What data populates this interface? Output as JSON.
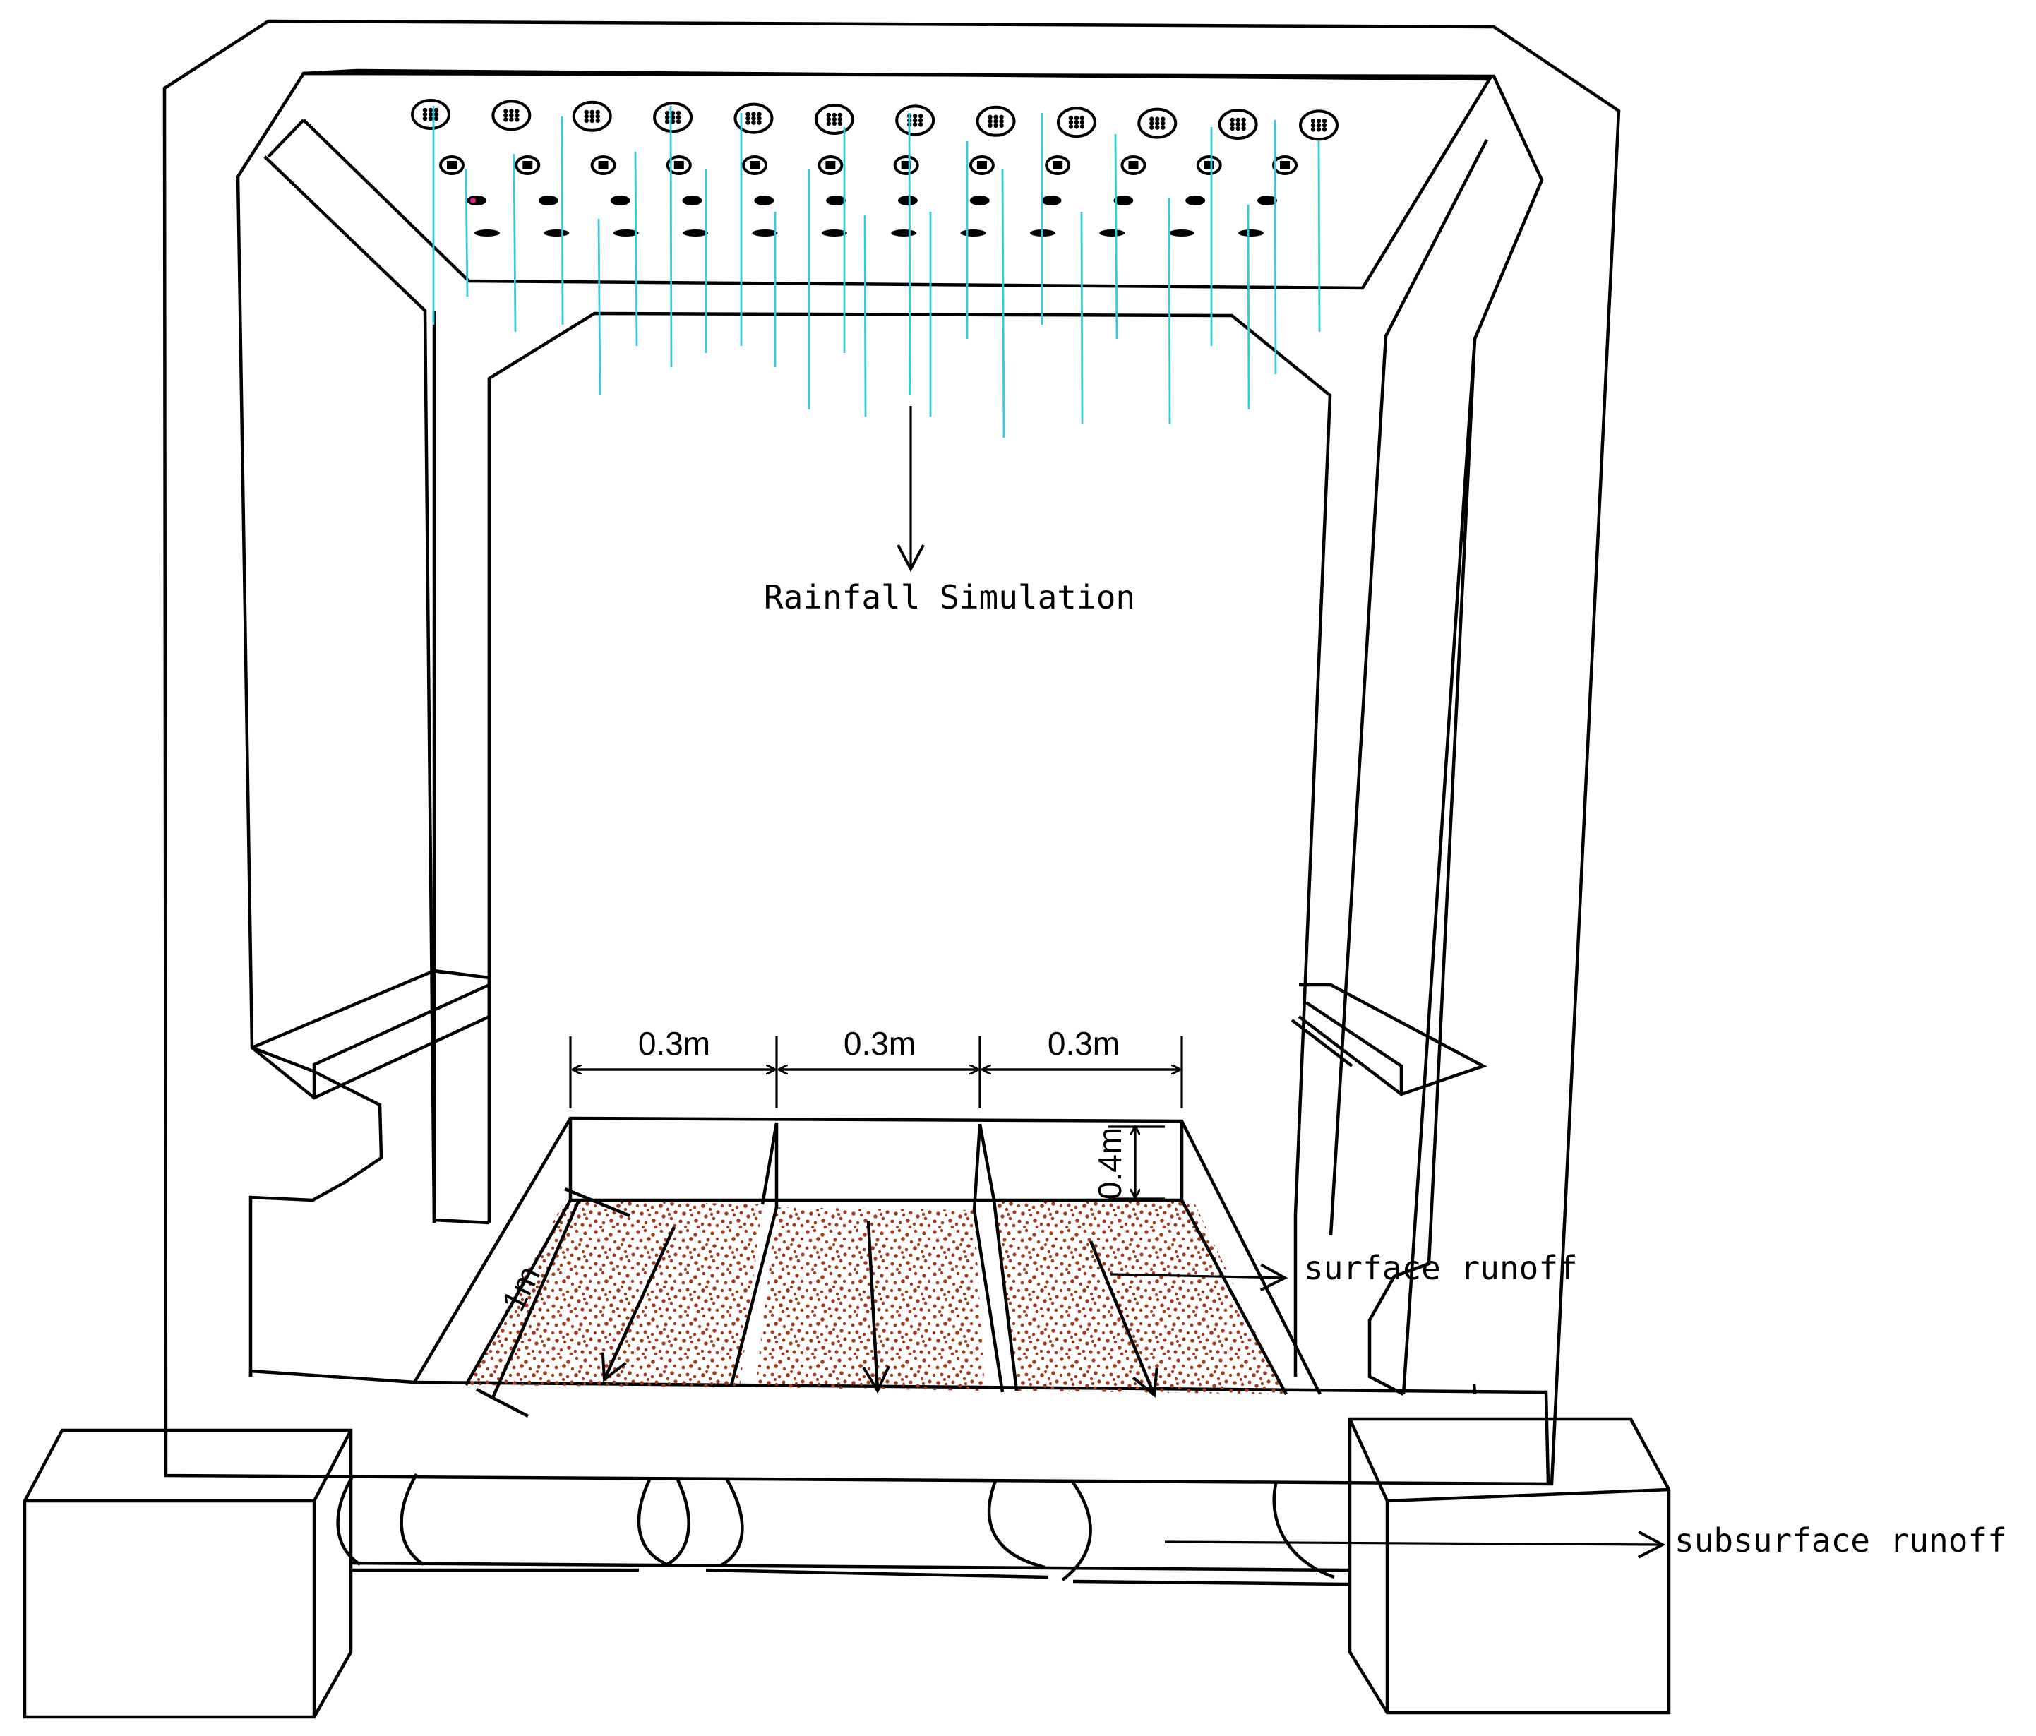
{
  "labels": {
    "rainfall": "Rainfall Simulation",
    "surface": "surface runoff",
    "subsurface": "subsurface runoff",
    "width1": "0.3m",
    "width2": "0.3m",
    "width3": "0.3m",
    "depth": "0.4m",
    "length": "1m"
  },
  "colors": {
    "line": "#000000",
    "rain": "#35c8e0",
    "soil": "#a33a1c",
    "nozzle_accent": "#d0208a"
  },
  "nozzle_grid": {
    "rows": 4,
    "columns": 12
  }
}
